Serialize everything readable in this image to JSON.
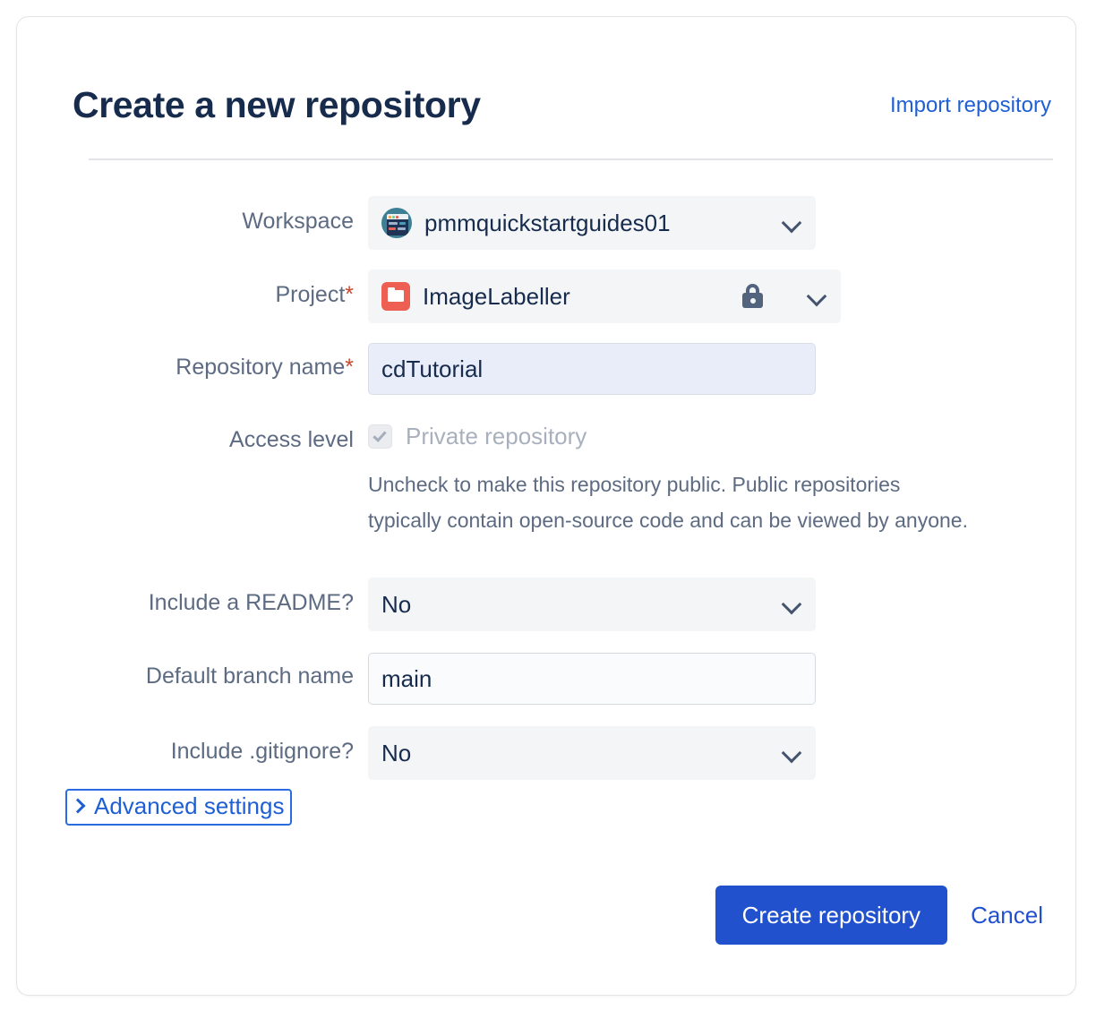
{
  "header": {
    "title": "Create a new repository",
    "import_link": "Import repository"
  },
  "form": {
    "workspace": {
      "label": "Workspace",
      "value": "pmmquickstartguides01",
      "avatar_icon": "workspace-avatar-icon",
      "chevron_icon": "chevron-down-icon"
    },
    "project": {
      "label": "Project",
      "required_marker": "*",
      "value": "ImageLabeller",
      "project_icon": "folder-icon",
      "lock_icon": "lock-icon",
      "chevron_icon": "chevron-down-icon"
    },
    "repository_name": {
      "label": "Repository name",
      "required_marker": "*",
      "value": "cdTutorial",
      "placeholder": ""
    },
    "access_level": {
      "label": "Access level",
      "checkbox_label": "Private repository",
      "checked": true,
      "disabled": true,
      "check_icon": "check-icon",
      "help_text": "Uncheck to make this repository public. Public repositories typically contain open-source code and can be viewed by anyone."
    },
    "include_readme": {
      "label": "Include a README?",
      "value": "No",
      "chevron_icon": "chevron-down-icon"
    },
    "default_branch_name": {
      "label": "Default branch name",
      "value": "main",
      "placeholder": ""
    },
    "include_gitignore": {
      "label": "Include .gitignore?",
      "value": "No",
      "chevron_icon": "chevron-down-icon"
    },
    "advanced_settings": {
      "label": "Advanced settings",
      "chevron_icon": "chevron-right-icon",
      "expanded": false
    }
  },
  "footer": {
    "submit_label": "Create repository",
    "cancel_label": "Cancel"
  },
  "colors": {
    "accent_blue": "#2251ce",
    "link_blue": "#1f5fd4",
    "title_navy": "#172b4d",
    "label_gray": "#5d6b82",
    "required_red": "#c9482f",
    "project_icon_red": "#ec5f52",
    "workspace_avatar_teal": "#3d7f94",
    "field_bg": "#f4f5f7",
    "focused_field_bg": "#e9edfa"
  }
}
